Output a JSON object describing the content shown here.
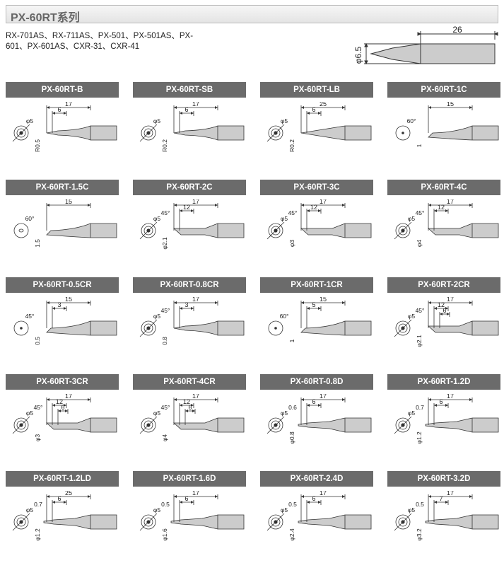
{
  "page_title": "PX-60RT系列",
  "compatible_models": "RX-701AS、RX-711AS、PX-501、PX-501AS、PX-601、PX-601AS、CXR-31、CXR-41",
  "hero": {
    "diameter": "φ6.5",
    "length": "26"
  },
  "tips": [
    {
      "name": "PX-60RT-B",
      "face": "phi5",
      "a": "φ5",
      "dims": [
        "17",
        "6"
      ],
      "extra": "R0.5",
      "shape": "conical"
    },
    {
      "name": "PX-60RT-SB",
      "face": "phi5",
      "a": "φ5",
      "dims": [
        "17",
        "6"
      ],
      "extra": "R0.2",
      "shape": "conical"
    },
    {
      "name": "PX-60RT-LB",
      "face": "phi5",
      "a": "φ5",
      "dims": [
        "25",
        "6"
      ],
      "extra": "R0.2",
      "shape": "long"
    },
    {
      "name": "PX-60RT-1C",
      "face": "dot",
      "a": "60°",
      "dims": [
        "15"
      ],
      "extra": "1",
      "shape": "bevel"
    },
    {
      "name": "PX-60RT-1.5C",
      "face": "ellipse",
      "a": "60°",
      "dims": [
        "15"
      ],
      "extra": "1.5",
      "shape": "bevel"
    },
    {
      "name": "PX-60RT-2C",
      "face": "phi5",
      "a": "φ5",
      "b": "45°",
      "dims": [
        "17",
        "12"
      ],
      "extra": "φ2.1",
      "shape": "bevelcyl"
    },
    {
      "name": "PX-60RT-3C",
      "face": "phi5",
      "a": "φ5",
      "b": "45°",
      "dims": [
        "17",
        "12"
      ],
      "extra": "φ3",
      "shape": "bevelcyl"
    },
    {
      "name": "PX-60RT-4C",
      "face": "phi5",
      "a": "φ5",
      "b": "45°",
      "dims": [
        "17",
        "12"
      ],
      "extra": "φ4",
      "shape": "bevelcyl"
    },
    {
      "name": "PX-60RT-0.5CR",
      "face": "dot",
      "a": "45°",
      "dims": [
        "15",
        "3"
      ],
      "extra": "0.5",
      "shape": "bevel"
    },
    {
      "name": "PX-60RT-0.8CR",
      "face": "phi5",
      "a": "φ5",
      "b": "45°",
      "dims": [
        "17",
        "3"
      ],
      "extra": "0.8",
      "shape": "conical"
    },
    {
      "name": "PX-60RT-1CR",
      "face": "dot",
      "a": "60°",
      "dims": [
        "15",
        "5"
      ],
      "extra": "1",
      "shape": "bevel"
    },
    {
      "name": "PX-60RT-2CR",
      "face": "phi5",
      "a": "φ5",
      "b": "45°",
      "dims": [
        "17",
        "12",
        "6"
      ],
      "extra": "φ2.1",
      "shape": "bevelcyl"
    },
    {
      "name": "PX-60RT-3CR",
      "face": "phi5",
      "a": "φ5",
      "b": "45°",
      "dims": [
        "17",
        "12",
        "6"
      ],
      "extra": "φ3",
      "shape": "bevelcyl"
    },
    {
      "name": "PX-60RT-4CR",
      "face": "phi5",
      "a": "φ5",
      "b": "45°",
      "dims": [
        "17",
        "12",
        "6"
      ],
      "extra": "φ4",
      "shape": "bevelcyl"
    },
    {
      "name": "PX-60RT-0.8D",
      "face": "phi5",
      "a": "φ5",
      "b": "0.6",
      "dims": [
        "17",
        "6"
      ],
      "extra": "φ0.8",
      "shape": "chisel"
    },
    {
      "name": "PX-60RT-1.2D",
      "face": "phi5",
      "a": "φ5",
      "b": "0.7",
      "dims": [
        "17",
        "6"
      ],
      "extra": "φ1.2",
      "shape": "chisel"
    },
    {
      "name": "PX-60RT-1.2LD",
      "face": "phi5",
      "a": "φ5",
      "b": "0.7",
      "dims": [
        "25",
        "6"
      ],
      "extra": "φ1.2",
      "shape": "chisel"
    },
    {
      "name": "PX-60RT-1.6D",
      "face": "phi5",
      "a": "φ5",
      "b": "0.5",
      "dims": [
        "17",
        "6"
      ],
      "extra": "φ1.6",
      "shape": "chisel"
    },
    {
      "name": "PX-60RT-2.4D",
      "face": "phi5",
      "a": "φ5",
      "b": "0.5",
      "dims": [
        "17",
        "6"
      ],
      "extra": "φ2.4",
      "shape": "chisel"
    },
    {
      "name": "PX-60RT-3.2D",
      "face": "phi5",
      "a": "φ5",
      "b": "0.5",
      "dims": [
        "17",
        "7"
      ],
      "extra": "φ3.2",
      "shape": "chisel"
    }
  ]
}
